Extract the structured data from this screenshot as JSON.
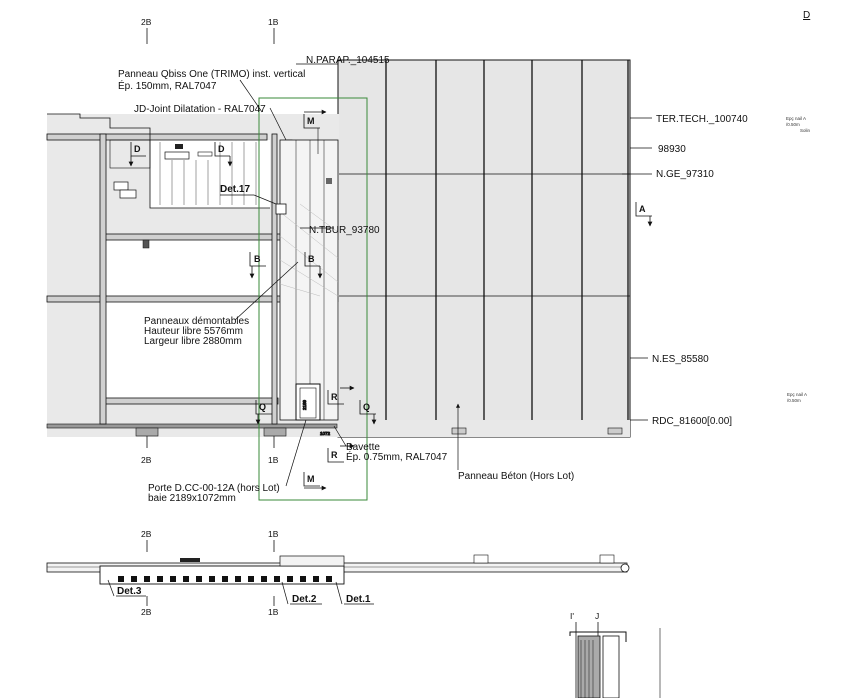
{
  "corner_label": "D",
  "grid_labels": {
    "g2b": "2B",
    "g1b": "1B",
    "gi": "I'",
    "gj": "J"
  },
  "notes": {
    "qbiss_line1": "Panneau Qbiss One (TRIMO) inst. vertical",
    "qbiss_line2": "Ép. 150mm, RAL7047",
    "joint": "JD-Joint Dilatation - RAL7047",
    "panneaux_1": "Panneaux démontables",
    "panneaux_2": "Hauteur libre 5576mm",
    "panneaux_3": "Largeur libre 2880mm",
    "bavette_1": "Bavette",
    "bavette_2": "Ép. 0.75mm, RAL7047",
    "porte_1": "Porte D.CC-00-12A (hors Lot)",
    "porte_2": "baie 2189x1072mm",
    "beton": "Panneau Béton (Hors Lot)",
    "door_h": "2189",
    "door_w": "1072",
    "right_note1_a": "Epç nail A",
    "right_note1_b": "/0.50m",
    "right_note1_c": "Solin",
    "right_note2_a": "Epç nail A",
    "right_note2_b": "/0.50m"
  },
  "levels": {
    "parapet": "N.PARAP._104515",
    "tertech": "TER.TECH._100740",
    "l98930": "98930",
    "ge": "N.GE_97310",
    "tbur": "N.TBUR_93780",
    "es": "N.ES_85580",
    "rdc": "RDC_81600[0.00]"
  },
  "sections": {
    "m": "M",
    "d": "D",
    "b": "B",
    "a": "A",
    "r": "R",
    "q": "Q"
  },
  "details": {
    "det17": "Det.17",
    "det1": "Det.1",
    "det2": "Det.2",
    "det3": "Det.3"
  }
}
